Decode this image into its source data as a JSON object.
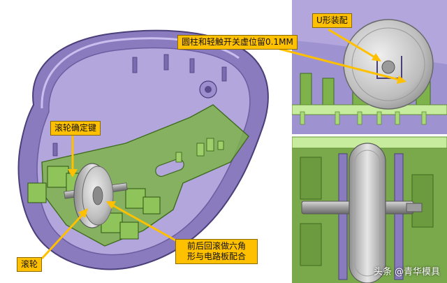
{
  "callouts": {
    "u_fit": "U形装配",
    "clearance": "圆柱和轻触开关虚位留0.1MM",
    "wheel_key": "滚轮确定键",
    "wheel": "滚轮",
    "hex_line1": "前后回滚做六角",
    "hex_line2": "形与电路板配合"
  },
  "watermark": "头条 @青华模具",
  "colors": {
    "housing": "#a99ad0",
    "housing_dark": "#6c5da1",
    "pcb": "#7db34a",
    "callout_fill": "#ffc000",
    "wheel": "#c7c7c7"
  }
}
